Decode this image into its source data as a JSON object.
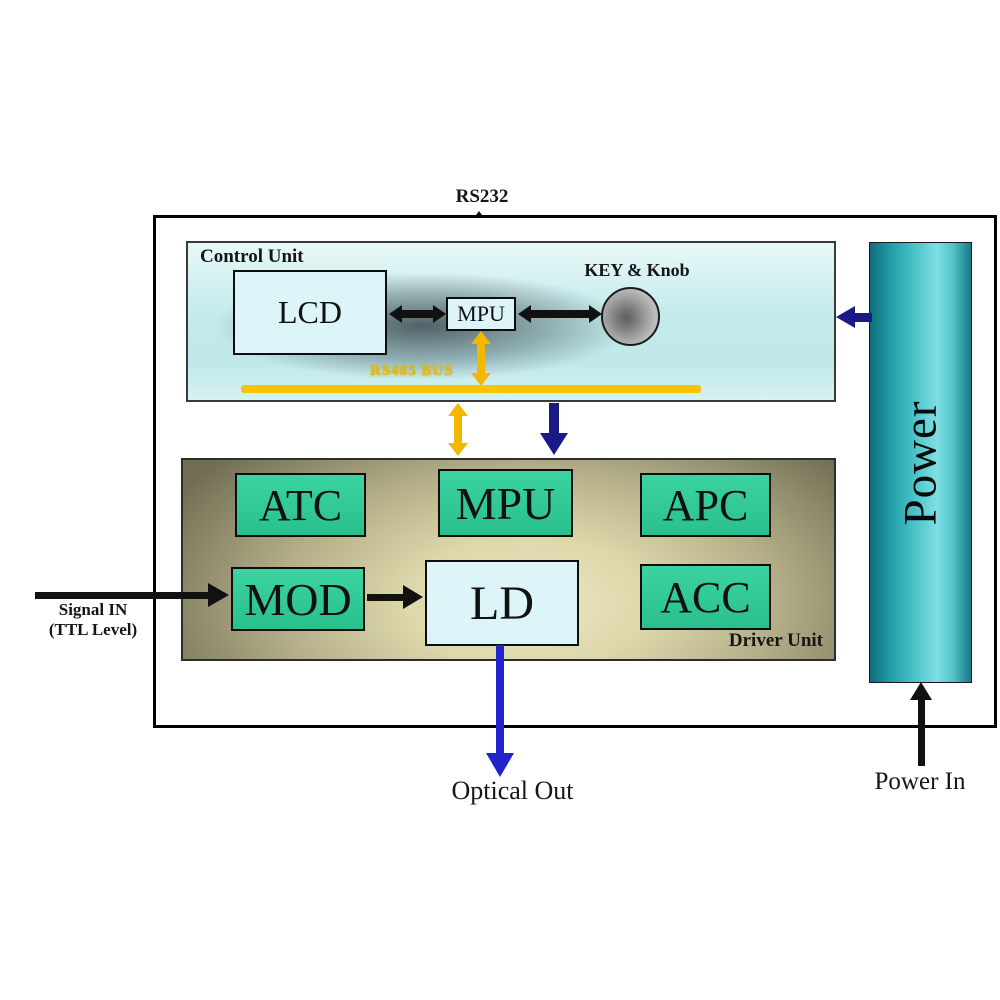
{
  "labels": {
    "rs232": "RS232",
    "rs485_bus": "RS485 BUS",
    "signal_in_line1": "Signal IN",
    "signal_in_line2": "(TTL Level)",
    "optical_out": "Optical Out",
    "power_in": "Power In"
  },
  "control_unit": {
    "title": "Control Unit",
    "lcd_label": "LCD",
    "mpu_label": "MPU",
    "key_knob_label": "KEY & Knob"
  },
  "driver_unit": {
    "title": "Driver Unit",
    "atc_label": "ATC",
    "mpu_label": "MPU",
    "apc_label": "APC",
    "mod_label": "MOD",
    "ld_label": "LD",
    "acc_label": "ACC"
  },
  "power_supply": {
    "label": "Power"
  },
  "colors": {
    "teal_box": "#2dc795",
    "light_box": "#ddf4f8",
    "control_bg": "#c5ebec",
    "driver_bg_light": "#ece8c2",
    "driver_bg_dark": "#716e54",
    "power_teal_dark": "#0f6d78",
    "power_teal_light": "#7fdfe4",
    "bus_yellow": "#f6c400",
    "navy_arrow": "#1a1a86",
    "optical_blue": "#2323cc",
    "black_arrow": "#111111"
  }
}
